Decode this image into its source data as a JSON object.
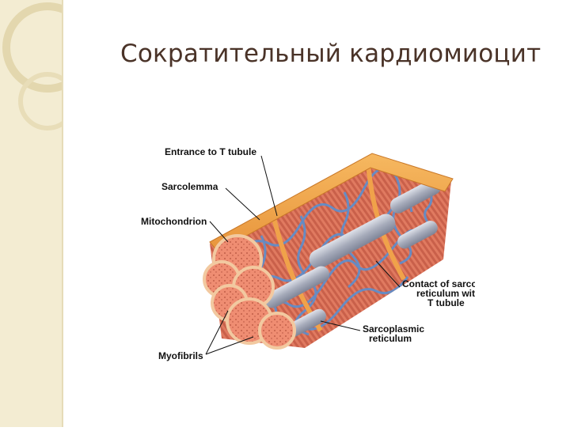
{
  "slide": {
    "title": "Сократительный кардиомиоцит"
  },
  "diagram": {
    "labels": {
      "entrance_t_tubule": "Entrance to T tubule",
      "sarcolemma": "Sarcolemma",
      "mitochondrion": "Mitochondrion",
      "contact_line1": "Contact of sarcoplasmic",
      "contact_line2": "reticulum with",
      "contact_line3": "T tubule",
      "sr_line1": "Sarcoplasmic",
      "sr_line2": "reticulum",
      "myofibrils": "Myofibrils"
    },
    "colors": {
      "myofibril": "#e8826a",
      "reticulum": "#5a8fd0",
      "mitochondrion": "#a8adbd",
      "sarcolemma": "#f0a24a",
      "background_strip": "#f3ecd2"
    }
  }
}
